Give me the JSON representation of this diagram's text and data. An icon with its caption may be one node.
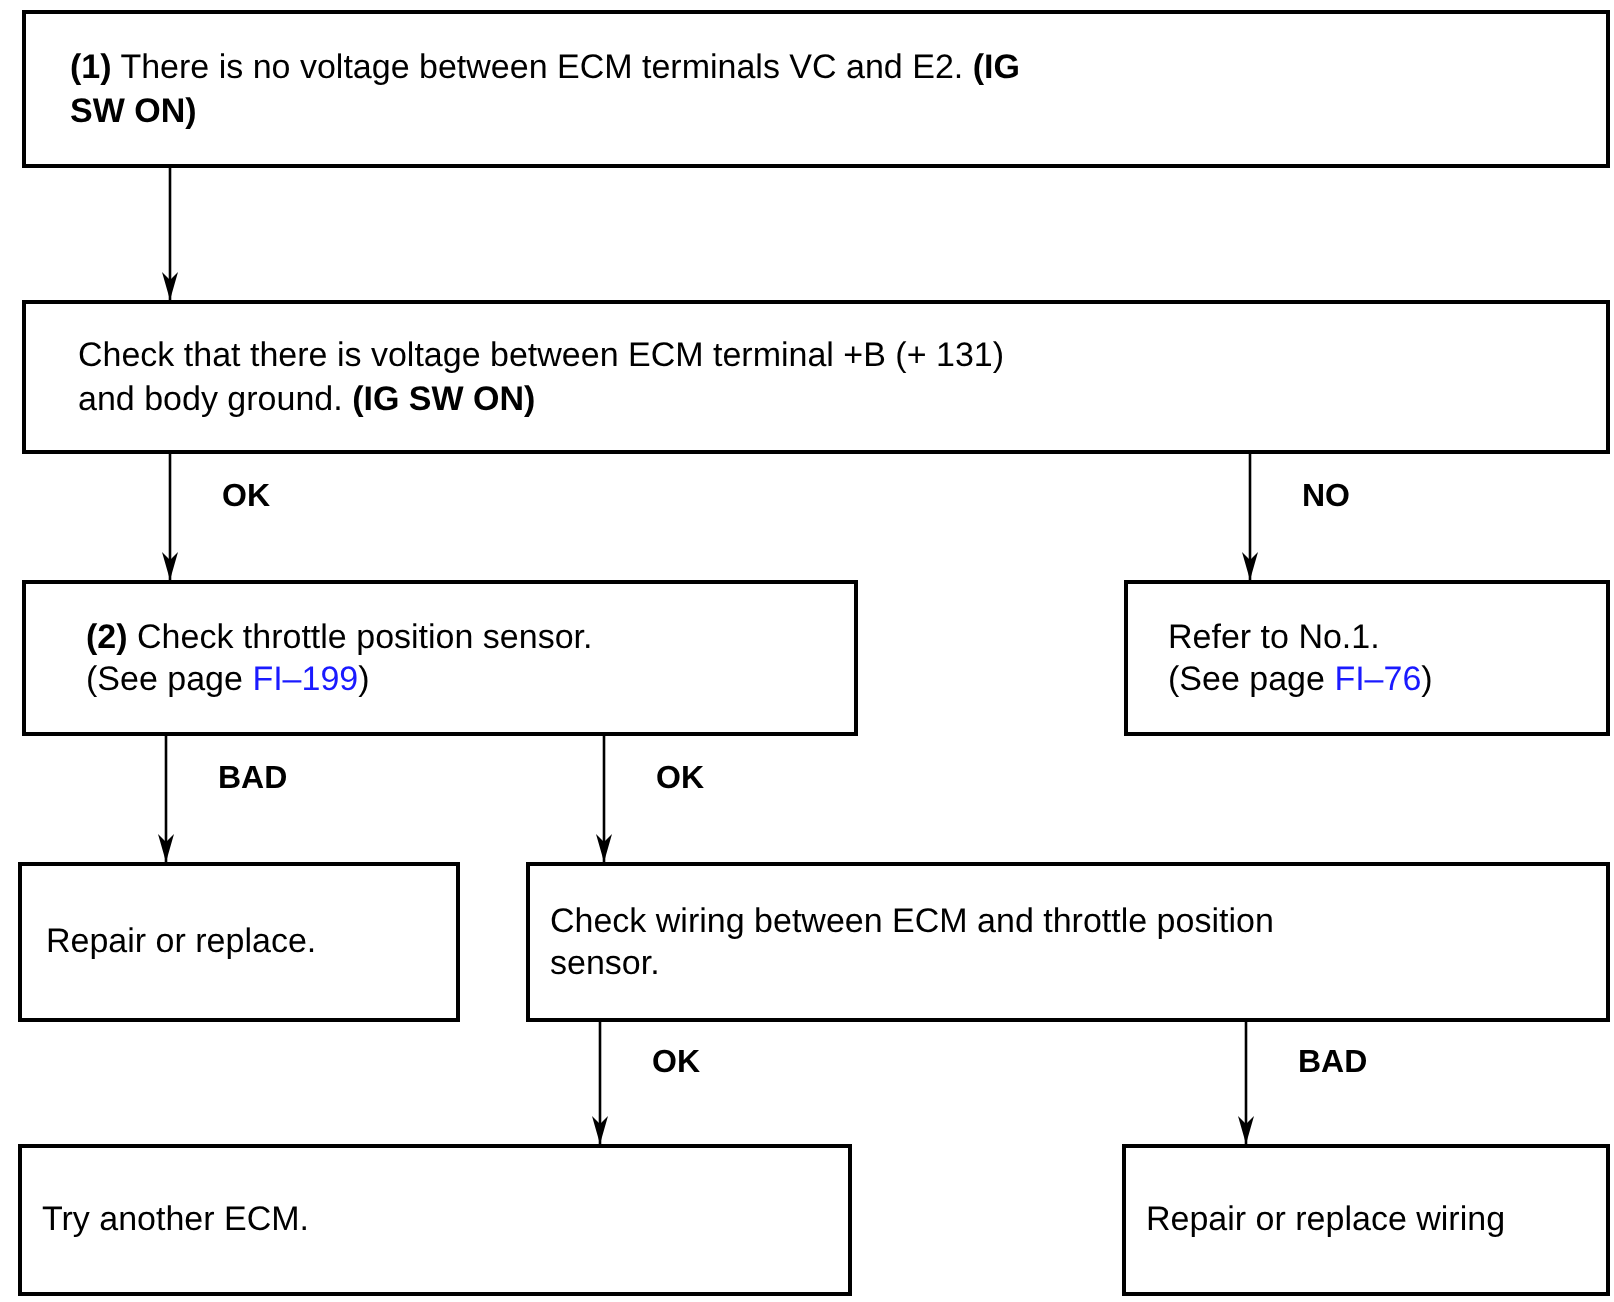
{
  "diagram": {
    "nodes": [
      {
        "text": [
          "**(1)** There is no voltage between ECM terminals VC and E2. **(IG SW ON)**"
        ]
      },
      {
        "text": [
          "Check that there is voltage between ECM terminal +B (+ 131) and body ground. **(IG SW ON)**"
        ]
      },
      {
        "text": [
          "**(2)** Check throttle position sensor.",
          "(See page",
          "FI–199",
          ")"
        ]
      },
      {
        "text": [
          "Refer to No.1.",
          "(See page",
          "FI–76",
          ")"
        ]
      },
      {
        "text": [
          "Repair or replace."
        ]
      },
      {
        "text": [
          "Check wiring between ECM and throttle position sensor."
        ]
      },
      {
        "text": [
          "Try another ECM."
        ]
      },
      {
        "text": [
          "Repair or replace wiring"
        ]
      }
    ],
    "edges": [
      {
        "from": 0,
        "to": 1,
        "arrow": "to"
      },
      {
        "from": 1,
        "to": 2,
        "arrow": "to",
        "label": "OK"
      },
      {
        "from": 1,
        "to": 3,
        "arrow": "to",
        "label": "NO"
      },
      {
        "from": 2,
        "to": 4,
        "arrow": "to",
        "label": "BAD"
      },
      {
        "from": 2,
        "to": 5,
        "arrow": "to",
        "label": "OK"
      },
      {
        "from": 5,
        "to": 6,
        "arrow": "to",
        "label": "OK"
      },
      {
        "from": 5,
        "to": 7,
        "arrow": "to",
        "label": "BAD"
      }
    ]
  }
}
